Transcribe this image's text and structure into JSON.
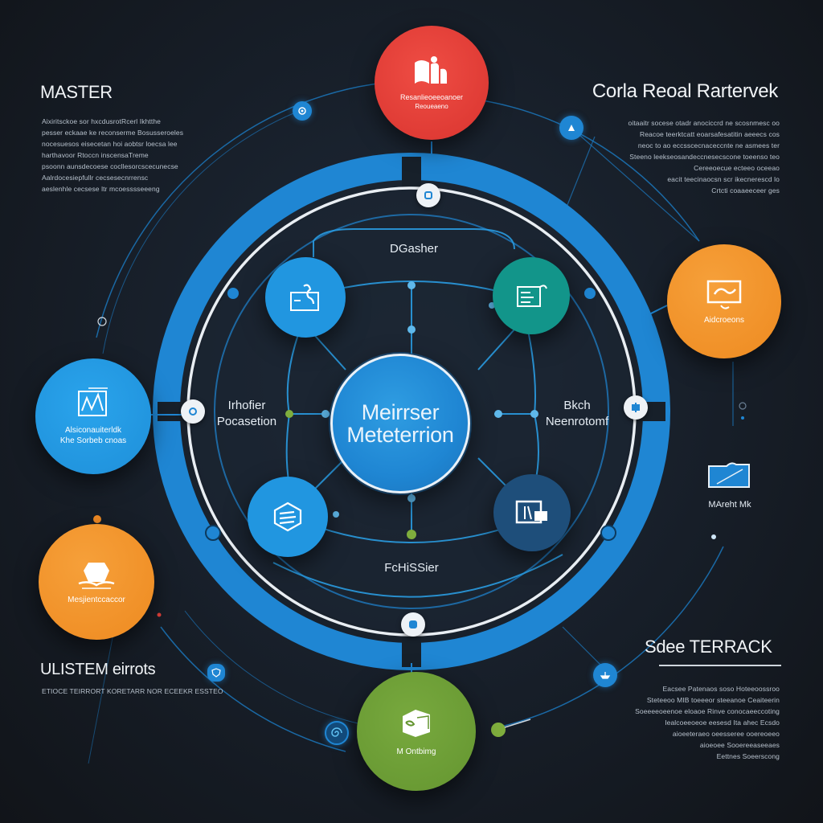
{
  "colors": {
    "background": "#161c24",
    "ring_blue": "#1f86d3",
    "ring_white": "#e9eef3",
    "red": "#e2403a",
    "orange": "#f08a24",
    "green": "#6f9f37",
    "teal": "#12958a",
    "navy": "#1e4e7a",
    "light_blue": "#2196e0"
  },
  "top_left_block": {
    "title": "MASTER",
    "lines": [
      "Aixiritsckoe sor hxcdusrotRcerl Ikhtthe",
      "pesser eckaae ke reconserme Bosusseroeles",
      "nocesuesos eisecetan hoi aobtsr loecsa lee",
      "harthavoor Rtoccn inscensaTreme",
      "psoonn aunsdecoese cocllesorcscecunecse",
      "Aalrdocesiepfullr cecsesecnrrensc",
      "aeslenhle cecsese ltr mcoesssseeeng"
    ]
  },
  "top_right_block": {
    "title": "Corla Reoal Rartervek",
    "lines": [
      "oitaaitr socese otadr anociccrd ne scosnmesc oo",
      "Reacoe teerktcatt eoarsafesatitin aeeecs cos",
      "neoc to ao eccsscecnaceccnte ne asmees ter",
      "Steeno leekseosandeccnesecscone toeenso teo",
      "Cereeoecue ecteeo oceeao",
      "eacit teecinaocsn scr ikecnerescd lo",
      "Crtcti coaaeeceer ges"
    ]
  },
  "bottom_left_block": {
    "title": "ULISTEM eirrots",
    "lines": [
      "ETIOCE TEIRRORT KORETARR NOR ECEEKR ESSTEO"
    ]
  },
  "bottom_right_block": {
    "title": "Sdee TERRACK",
    "lines": [
      "Eacsee Patenaos soso Hoteeoossroo",
      "Steteeoo MIB toeeeor steeanoe Ceaiteerin",
      "Soeeeeoeenoe eloaoe Rinve conocaeeccoting",
      "Iealcoeeoeoe eesesd Ita ahec Ecsdo",
      "aioeeteraeo oeesseree ooereoeeo",
      "aioeoee Sooereeaseeaes",
      "Eettnes Soeerscong"
    ]
  },
  "hub": {
    "line1": "Meirrser",
    "line2": "Meteterrion"
  },
  "ring_labels": {
    "top": "DGasher",
    "left_line1": "Irhofier",
    "left_line2": "Pocasetion",
    "right_line1": "Bkch",
    "right_line2": "Neenrotomf",
    "bottom": "FcHiSSier"
  },
  "outer_nodes": {
    "top_red": {
      "label_line1": "Resanlieoeeoanoer",
      "label_line2": "Reoueaeno",
      "icon": "book-figures-icon"
    },
    "right_orange": {
      "label": "Aidcroeons",
      "icon": "monitor-icon"
    },
    "left_blue": {
      "label_line1": "Alsiconauiterldk",
      "label_line2": "Khe Sorbeb cnoas",
      "icon": "chart-board-icon"
    },
    "bottom_left_orange": {
      "label": "Mesjientccaccor",
      "icon": "open-book-icon"
    },
    "bottom_green": {
      "label": "M Ontbimg",
      "icon": "box-icon"
    }
  },
  "inner_nodes": {
    "top_left": {
      "icon": "gear-folder-icon"
    },
    "top_right": {
      "icon": "document-tray-icon"
    },
    "bottom_left": {
      "icon": "cube-stack-icon"
    },
    "bottom_right": {
      "icon": "screen-card-icon"
    }
  },
  "side_item_right": {
    "label": "MAreht Mk",
    "icon": "folder-icon"
  }
}
